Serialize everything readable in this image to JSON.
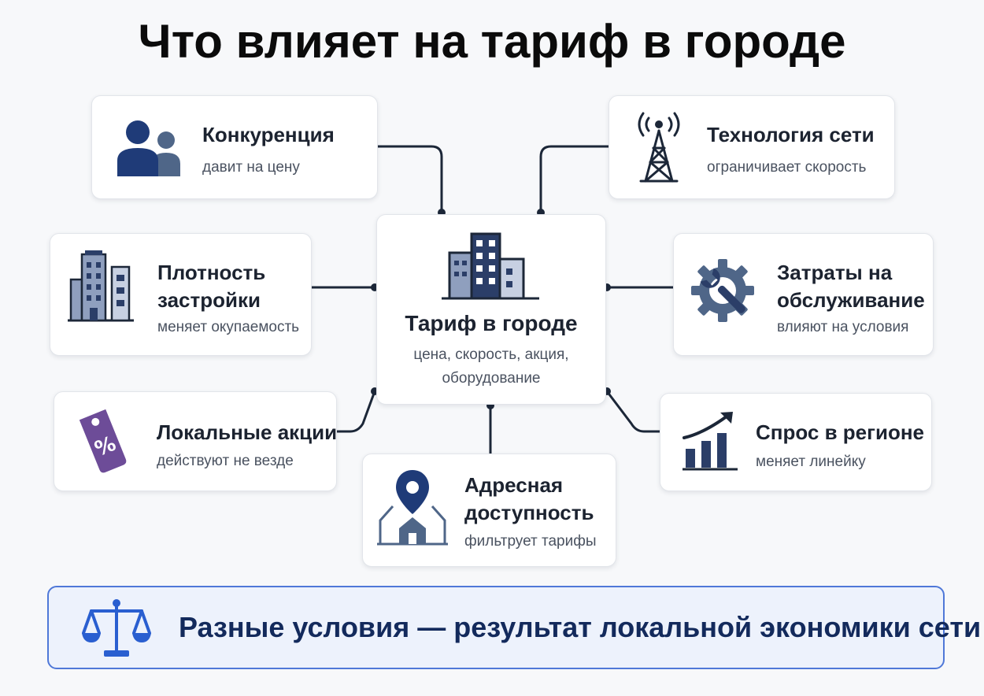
{
  "title": "Что влияет на тариф в городе",
  "center": {
    "title": "Тариф в городе",
    "subtitle_line1": "цена, скорость, акция,",
    "subtitle_line2": "оборудование",
    "icon": "buildings-icon"
  },
  "factors": [
    {
      "id": "competition",
      "label": "Конкуренция",
      "sub": "давит на цену",
      "icon": "people-icon"
    },
    {
      "id": "network-tech",
      "label": "Технология сети",
      "sub": "ограничивает скорость",
      "icon": "tower-icon"
    },
    {
      "id": "density",
      "label_line1": "Плотность",
      "label_line2": "застройки",
      "sub": "меняет окупаемость",
      "icon": "city-buildings-icon"
    },
    {
      "id": "maintenance",
      "label_line1": "Затраты на",
      "label_line2": "обслуживание",
      "sub": "влияют на условия",
      "icon": "gear-wrench-icon"
    },
    {
      "id": "local-promo",
      "label": "Локальные акции",
      "sub": "действуют не везде",
      "icon": "discount-tag-icon"
    },
    {
      "id": "demand",
      "label": "Спрос в регионе",
      "sub": "меняет линейку",
      "icon": "growth-chart-icon"
    },
    {
      "id": "address",
      "label_line1": "Адресная",
      "label_line2": "доступность",
      "sub": "фильтрует тарифы",
      "icon": "location-home-icon"
    }
  ],
  "banner": {
    "text": "Разные условия — результат локальной экономики сети",
    "icon": "scales-icon"
  },
  "colors": {
    "navy": "#1f3b78",
    "slate": "#4f6688",
    "purple": "#6d4c98",
    "accent_blue": "#4f78d8",
    "line": "#1c2738"
  }
}
